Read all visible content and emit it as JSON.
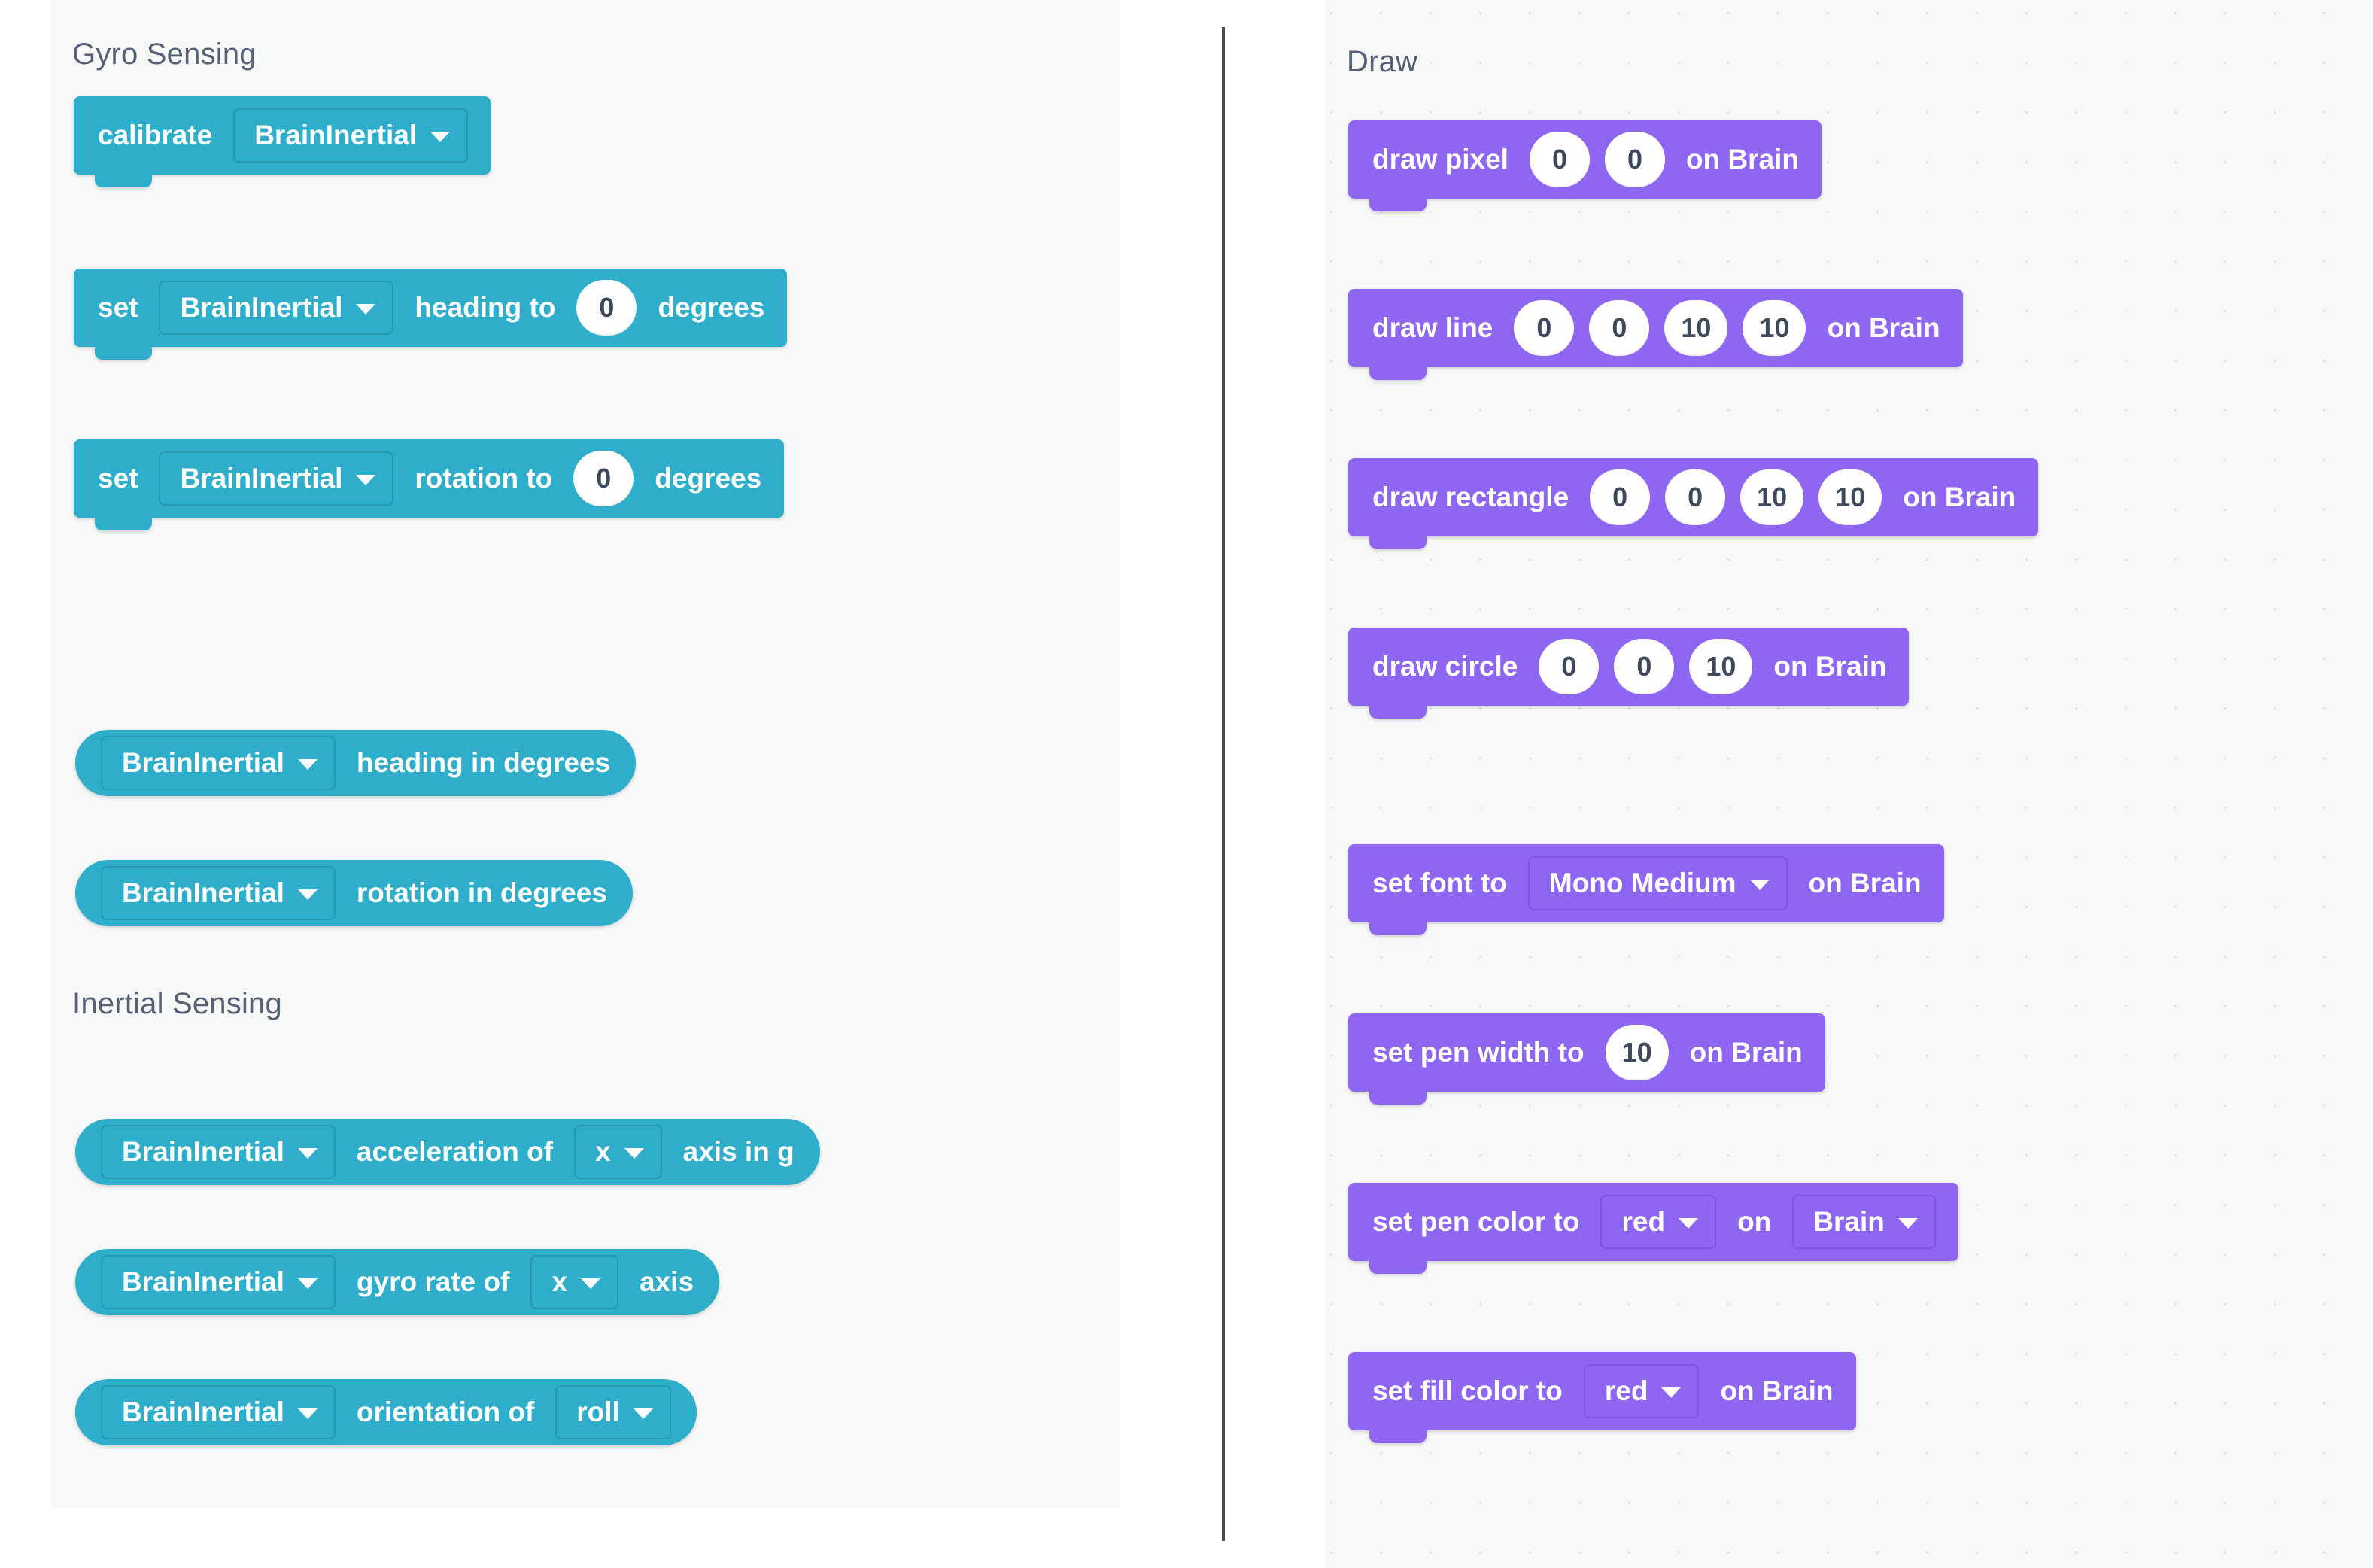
{
  "panels": {
    "gyro": {
      "sections": [
        {
          "title": "Gyro Sensing"
        },
        {
          "title": "Inertial Sensing"
        }
      ],
      "blocks": {
        "calibrate": {
          "label": "calibrate",
          "device": "BrainInertial"
        },
        "set_heading": {
          "set_label": "set",
          "device": "BrainInertial",
          "mid_label": "heading to",
          "value": "0",
          "unit_label": "degrees"
        },
        "set_rotation": {
          "set_label": "set",
          "device": "BrainInertial",
          "mid_label": "rotation to",
          "value": "0",
          "unit_label": "degrees"
        },
        "heading_reporter": {
          "device": "BrainInertial",
          "label": "heading in degrees"
        },
        "rotation_reporter": {
          "device": "BrainInertial",
          "label": "rotation in degrees"
        },
        "acceleration_reporter": {
          "device": "BrainInertial",
          "mid_label": "acceleration of",
          "axis": "x",
          "tail_label": "axis in g"
        },
        "gyro_rate_reporter": {
          "device": "BrainInertial",
          "mid_label": "gyro rate of",
          "axis": "x",
          "tail_label": "axis"
        },
        "orientation_reporter": {
          "device": "BrainInertial",
          "mid_label": "orientation of",
          "axis": "roll"
        }
      }
    },
    "draw": {
      "sections": [
        {
          "title": "Draw"
        }
      ],
      "blocks": {
        "draw_pixel": {
          "label": "draw pixel",
          "values": [
            "0",
            "0"
          ],
          "target_label": "on Brain"
        },
        "draw_line": {
          "label": "draw line",
          "values": [
            "0",
            "0",
            "10",
            "10"
          ],
          "target_label": "on Brain"
        },
        "draw_rectangle": {
          "label": "draw rectangle",
          "values": [
            "0",
            "0",
            "10",
            "10"
          ],
          "target_label": "on Brain"
        },
        "draw_circle": {
          "label": "draw circle",
          "values": [
            "0",
            "0",
            "10"
          ],
          "target_label": "on Brain"
        },
        "set_font": {
          "label": "set font to",
          "font": "Mono Medium",
          "target_label": "on Brain"
        },
        "set_pen_width": {
          "label": "set pen width to",
          "value": "10",
          "target_label": "on Brain"
        },
        "set_pen_color": {
          "label": "set pen color to",
          "color": "red",
          "on_label": "on",
          "device": "Brain"
        },
        "set_fill_color": {
          "label": "set fill color to",
          "color": "red",
          "target_label": "on Brain"
        }
      }
    }
  },
  "colors": {
    "sensing_block": "#2eaecb",
    "draw_block": "#8f66f2",
    "panel_bg": "#f7f8f8",
    "header_text": "#566176",
    "divider": "#464b50",
    "field_text": "#3e4a5c"
  }
}
